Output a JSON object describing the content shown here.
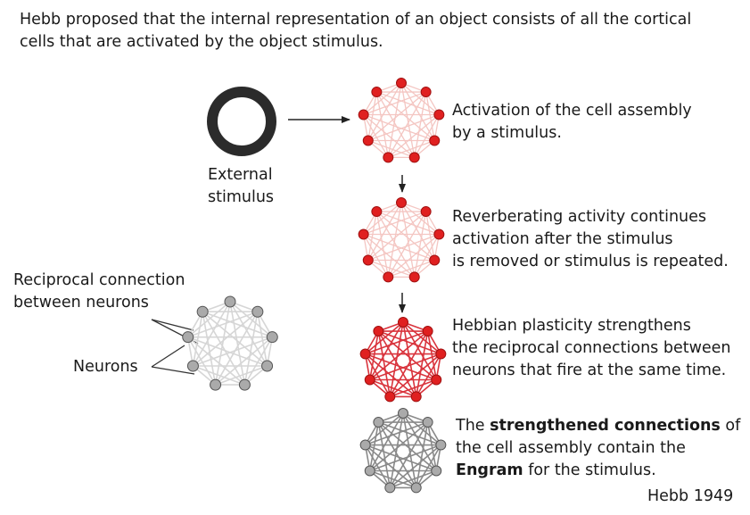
{
  "intro": {
    "line1": "Hebb proposed that the internal representation of an object consists of all the cortical",
    "line2": "cells that are activated by the object stimulus."
  },
  "stimulus": {
    "label_line1": "External",
    "label_line2": "stimulus"
  },
  "left_panel": {
    "reciprocal_line1": "Reciprocal connection",
    "reciprocal_line2": "between neurons",
    "neurons_label": "Neurons"
  },
  "steps": [
    {
      "line1": "Activation of the cell assembly",
      "line2": "by a stimulus."
    },
    {
      "line1": "Reverberating activity continues",
      "line2": "activation after the stimulus",
      "line3": "is removed or stimulus is repeated."
    },
    {
      "line1": "Hebbian plasticity strengthens",
      "line2": "the reciprocal connections between",
      "line3": "neurons that fire at the same time."
    },
    {
      "line1_pre": "The ",
      "line1_bold": "strengthened connections",
      "line1_post": " of",
      "line2": "the cell assembly contain the",
      "line3_bold": "Engram",
      "line3_post": " for the stimulus."
    }
  ],
  "citation": "Hebb 1949",
  "colors": {
    "active_node": "#e02020",
    "pale_edge": "#f4c6c2",
    "strong_edge": "#d9343d",
    "gray_node": "#aaaaaa",
    "pale_gray_edge": "#d6d6d6",
    "dark_gray_edge": "#8a8a8a",
    "stimulus_ring": "#2b2b2b"
  }
}
